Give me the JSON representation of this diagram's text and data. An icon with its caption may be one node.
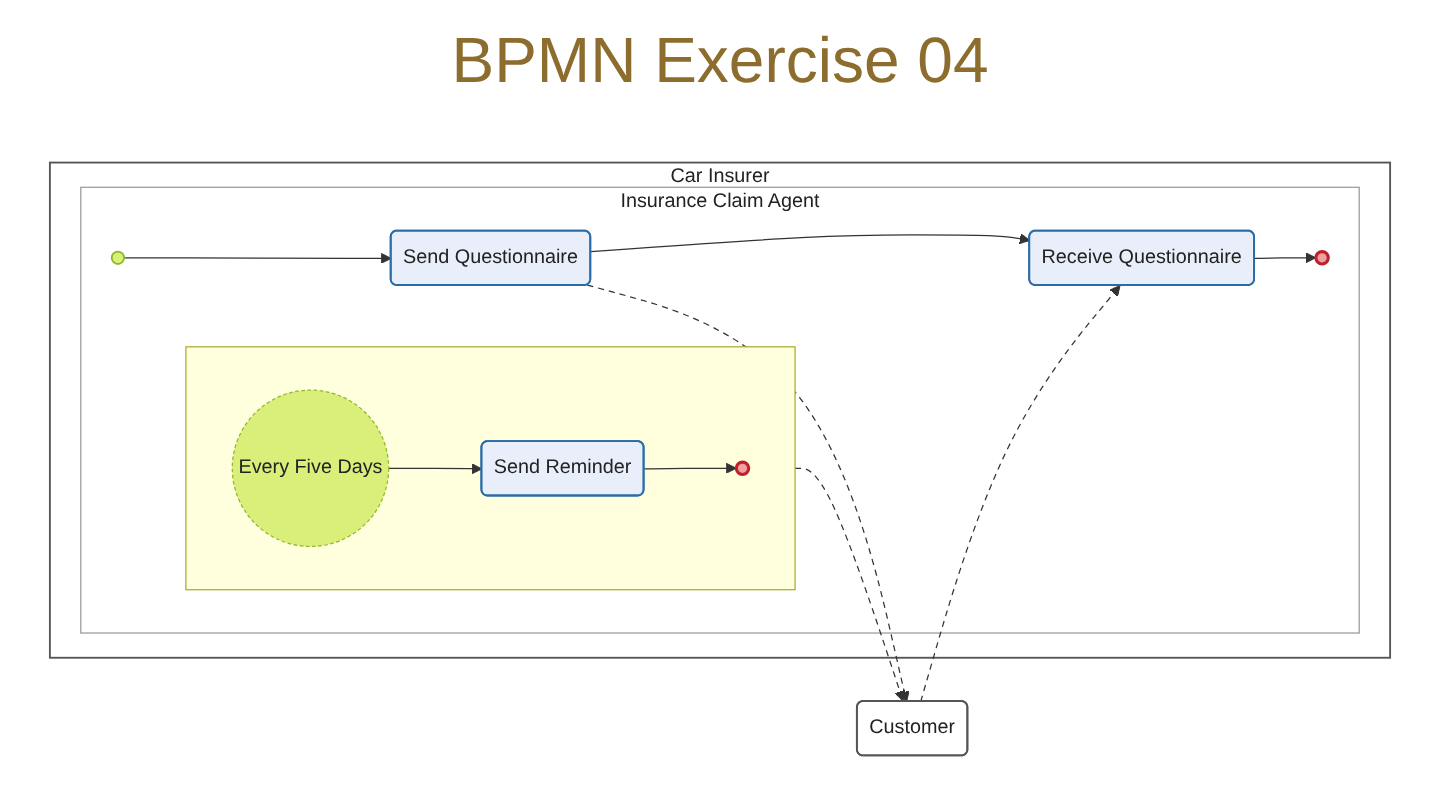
{
  "diagram": {
    "title": "BPMN Exercise 04",
    "nodes": [
      {
        "text": [
          "Customer"
        ]
      },
      {
        "text": [
          "Car Insurer"
        ]
      },
      {
        "text": [
          "Insurance Claim Agent"
        ],
        "in": 1
      },
      {
        "text": [],
        "shape": "box",
        "in": 2
      },
      {
        "text": [
          "Every Five Days"
        ],
        "in": 3
      },
      {
        "text": [
          "Send Reminder"
        ],
        "in": 3
      },
      {
        "text": [],
        "shape": "circle",
        "in": 3
      },
      {
        "text": [],
        "shape": "circle",
        "in": 2
      },
      {
        "text": [
          "Send Questionnaire"
        ],
        "in": 2
      },
      {
        "text": [
          "Receive Questionnaire"
        ],
        "in": 2
      },
      {
        "text": [],
        "shape": "circle",
        "in": 2
      }
    ],
    "edges": [
      {
        "from": 7,
        "to": 8,
        "arrow": "to"
      },
      {
        "from": 8,
        "to": 9,
        "arrow": "to"
      },
      {
        "from": 9,
        "to": 10,
        "arrow": "to"
      },
      {
        "from": 4,
        "to": 5,
        "arrow": "to"
      },
      {
        "from": 5,
        "to": 6,
        "arrow": "to"
      },
      {
        "from": 8,
        "to": 0,
        "arrow": "to",
        "style": "dashed"
      },
      {
        "from": 3,
        "to": 0,
        "arrow": "to",
        "style": "dashed"
      },
      {
        "from": 0,
        "to": 9,
        "arrow": "to",
        "style": "dashed"
      }
    ]
  }
}
